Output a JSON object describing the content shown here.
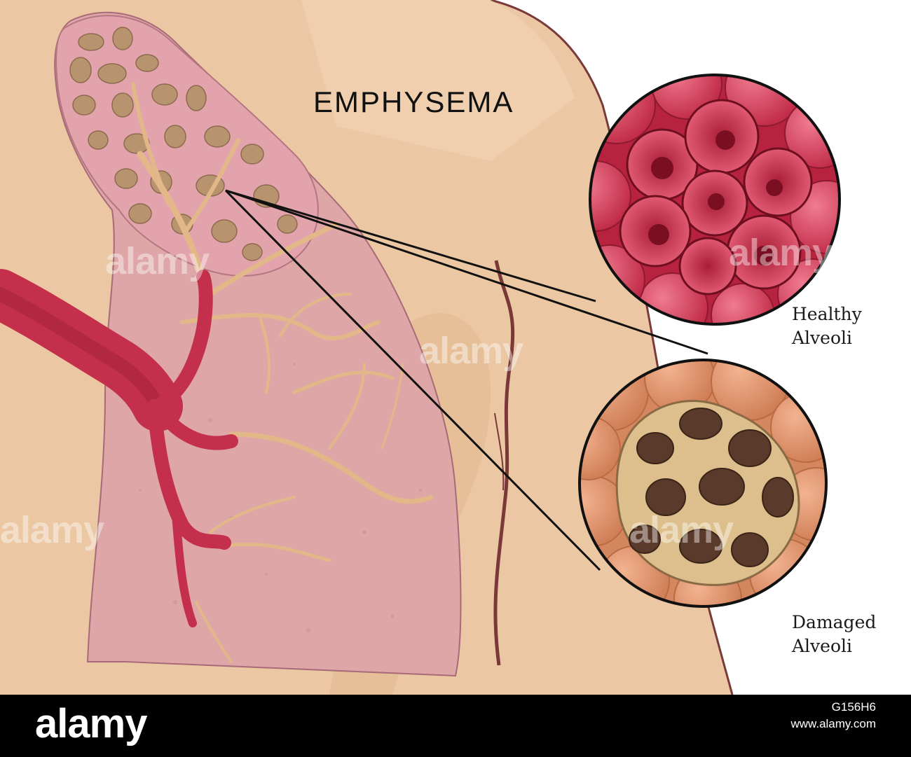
{
  "title": "EMPHYSEMA",
  "captions": {
    "healthy": [
      "Healthy",
      "Alveoli"
    ],
    "damaged": [
      "Damaged",
      "Alveoli"
    ]
  },
  "watermark": "alamy",
  "footer": {
    "logo": "alamy",
    "image_id": "G156H6",
    "site": "www.alamy.com"
  },
  "colors": {
    "skin": "#ebc8a3",
    "lung": "#dea6a6",
    "airway": "#c4304b",
    "bronchiole": "#e3b888",
    "healthy_alveoli": "#cf3854",
    "damaged_alveoli": "#d4875e",
    "footer": "#000000"
  }
}
